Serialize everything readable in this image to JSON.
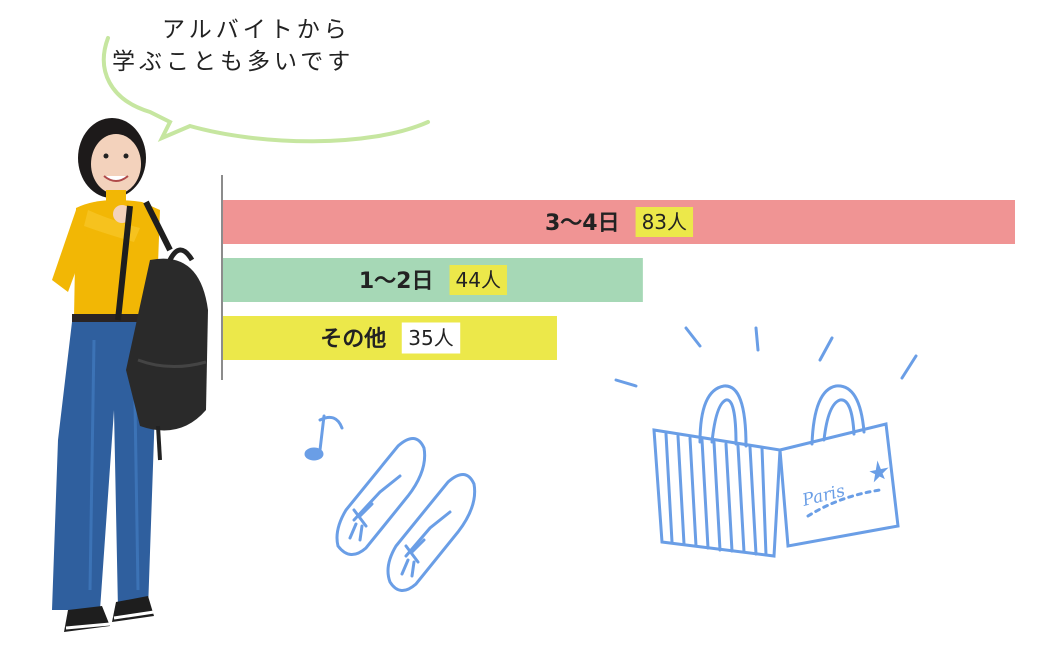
{
  "speech": {
    "line1": "アルバイトから",
    "line2": "学ぶことも多いです"
  },
  "chart_data": {
    "type": "bar",
    "orientation": "horizontal",
    "categories": [
      "3～4日",
      "1～2日",
      "その他"
    ],
    "values": [
      83,
      44,
      35
    ],
    "value_labels": [
      "83人",
      "44人",
      "35人"
    ],
    "colors": [
      "#f09494",
      "#a6d8b6",
      "#ece84a"
    ],
    "value_label_bg": [
      "#ece84a",
      "#ece84a",
      "#ffffff"
    ],
    "xlim": [
      0,
      83
    ],
    "grid": false,
    "legend": "none"
  },
  "icons": {
    "person": "student-with-backpack-photo",
    "shoes": "loafer-shoes-sketch",
    "bags": "shopping-bags-sketch"
  },
  "bag_text": "Paris"
}
